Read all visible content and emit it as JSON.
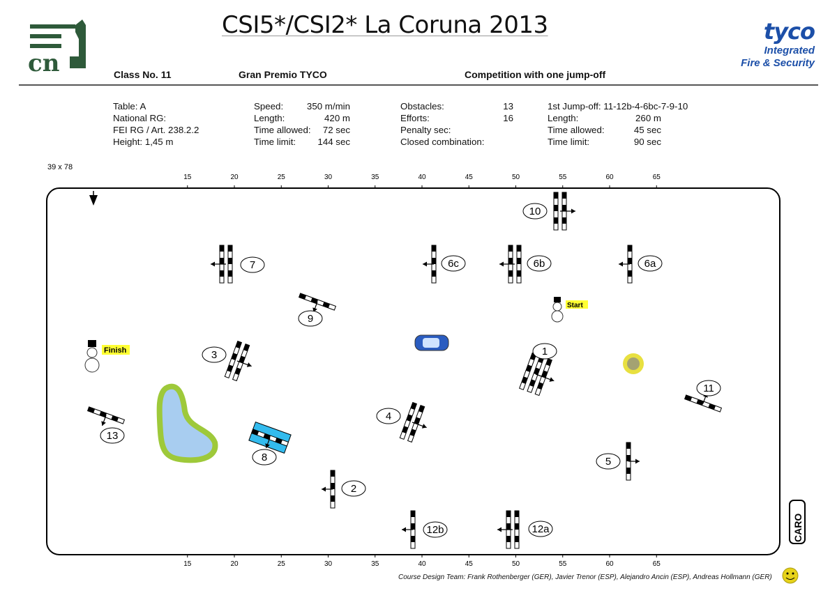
{
  "header": {
    "title": "CSI5*/CSI2* La Coruna 2013",
    "class_no": "Class No.  11",
    "class_name": "Gran Premio TYCO",
    "competition": "Competition with one jump-off",
    "logo_left": "cn",
    "sponsor": {
      "brand": "tyco",
      "line1": "Integrated",
      "line2": "Fire & Security"
    }
  },
  "info": {
    "col1": [
      "Table: A",
      "National RG:",
      "FEI RG / Art. 238.2.2",
      "Height: 1,45 m"
    ],
    "col2": [
      {
        "label": "Speed:",
        "value": "350 m/min"
      },
      {
        "label": "Length:",
        "value": "420 m"
      },
      {
        "label": "Time allowed:",
        "value": "72 sec"
      },
      {
        "label": "Time limit:",
        "value": "144 sec"
      }
    ],
    "col3": [
      {
        "label": "Obstacles:",
        "value": "13"
      },
      {
        "label": "Efforts:",
        "value": "16"
      },
      {
        "label": "Penalty sec:",
        "value": ""
      },
      {
        "label": "Closed combination:",
        "value": ""
      }
    ],
    "col4": {
      "jumpoff": "1st Jump-off: 11-12b-4-6bc-7-9-10",
      "rows": [
        {
          "label": "Length:",
          "value": "260 m"
        },
        {
          "label": "Time allowed:",
          "value": "45 sec"
        },
        {
          "label": "Time limit:",
          "value": "90 sec"
        }
      ]
    }
  },
  "arena": {
    "size": "39 x 78",
    "scale_ticks": [
      "15",
      "20",
      "25",
      "30",
      "35",
      "40",
      "45",
      "50",
      "55",
      "60",
      "65"
    ],
    "start_label": "Start",
    "finish_label": "Finish",
    "obstacles": [
      "1",
      "2",
      "3",
      "4",
      "5",
      "6a",
      "6b",
      "6c",
      "7",
      "8",
      "9",
      "10",
      "11",
      "12a",
      "12b",
      "13"
    ],
    "caro_logo": "CARO"
  },
  "footer": {
    "credits": "Course Design Team:   Frank Rothenberger (GER), Javier Trenor (ESP), Alejandro Ancin (ESP), Andreas Hollmann (GER)"
  },
  "colors": {
    "logo_green": "#2e5a3a",
    "tyco_blue": "#1c4fa8",
    "water": "#33bbee",
    "pond": "#a8cdf0",
    "highlight": "#ffff33"
  }
}
